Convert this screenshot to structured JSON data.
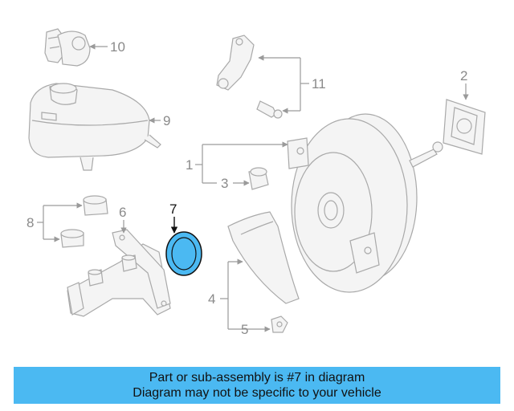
{
  "diagram": {
    "callouts": {
      "c1": "1",
      "c2": "2",
      "c3": "3",
      "c4": "4",
      "c5": "5",
      "c6": "6",
      "c7": "7",
      "c8": "8",
      "c9": "9",
      "c10": "10",
      "c11": "11"
    },
    "highlight_color": "#4bb9f2",
    "line_color": "#a9a9a9"
  },
  "banner": {
    "line1": "Part or sub-assembly is #7 in diagram",
    "line2": "Diagram may not be specific to your vehicle",
    "color": "#4bb9f2"
  }
}
